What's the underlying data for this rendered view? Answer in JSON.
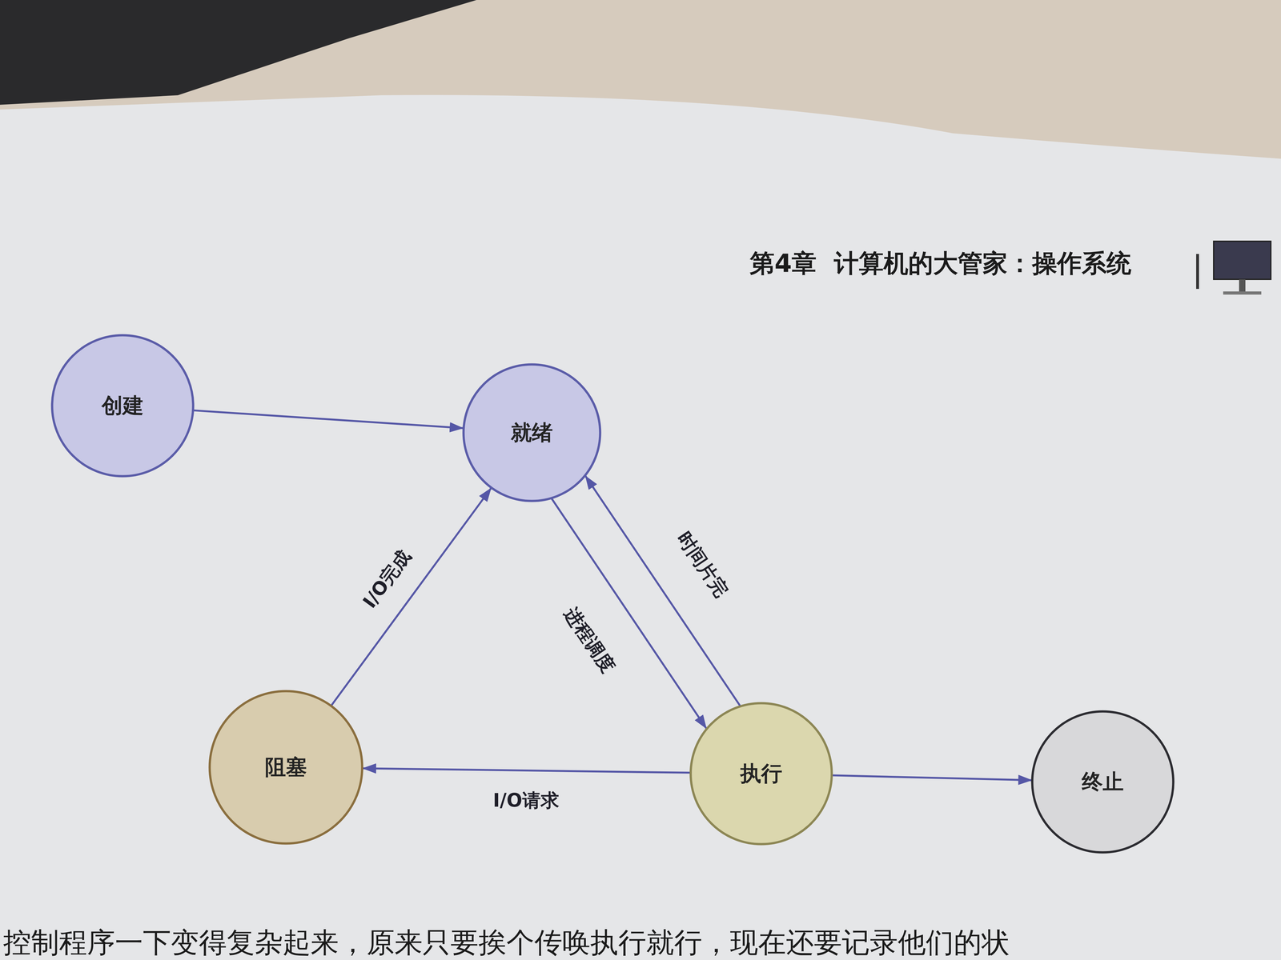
{
  "diagram": {
    "nodes": [
      {
        "text": [
          "创建"
        ]
      },
      {
        "text": [
          "就绪"
        ]
      },
      {
        "text": [
          "阻塞"
        ]
      },
      {
        "text": [
          "执行"
        ]
      },
      {
        "text": [
          "终止"
        ]
      }
    ],
    "edges": [
      {
        "from": 0,
        "to": 1,
        "arrow": "to"
      },
      {
        "from": 1,
        "to": 3,
        "label": "进程调度",
        "arrow": "to"
      },
      {
        "from": 3,
        "to": 1,
        "label": "时间片完",
        "arrow": "to"
      },
      {
        "from": 2,
        "to": 1,
        "label": "I/O完成",
        "arrow": "to"
      },
      {
        "from": 3,
        "to": 2,
        "label": "I/O请求",
        "arrow": "to"
      },
      {
        "from": 3,
        "to": 4,
        "arrow": "to"
      }
    ],
    "labels": [
      "第4章  计算机的大管家：操作系统",
      "控制程序一下变得复杂起来，原来只要挨个传唤执行就行，现在还要记录他们的状"
    ]
  }
}
